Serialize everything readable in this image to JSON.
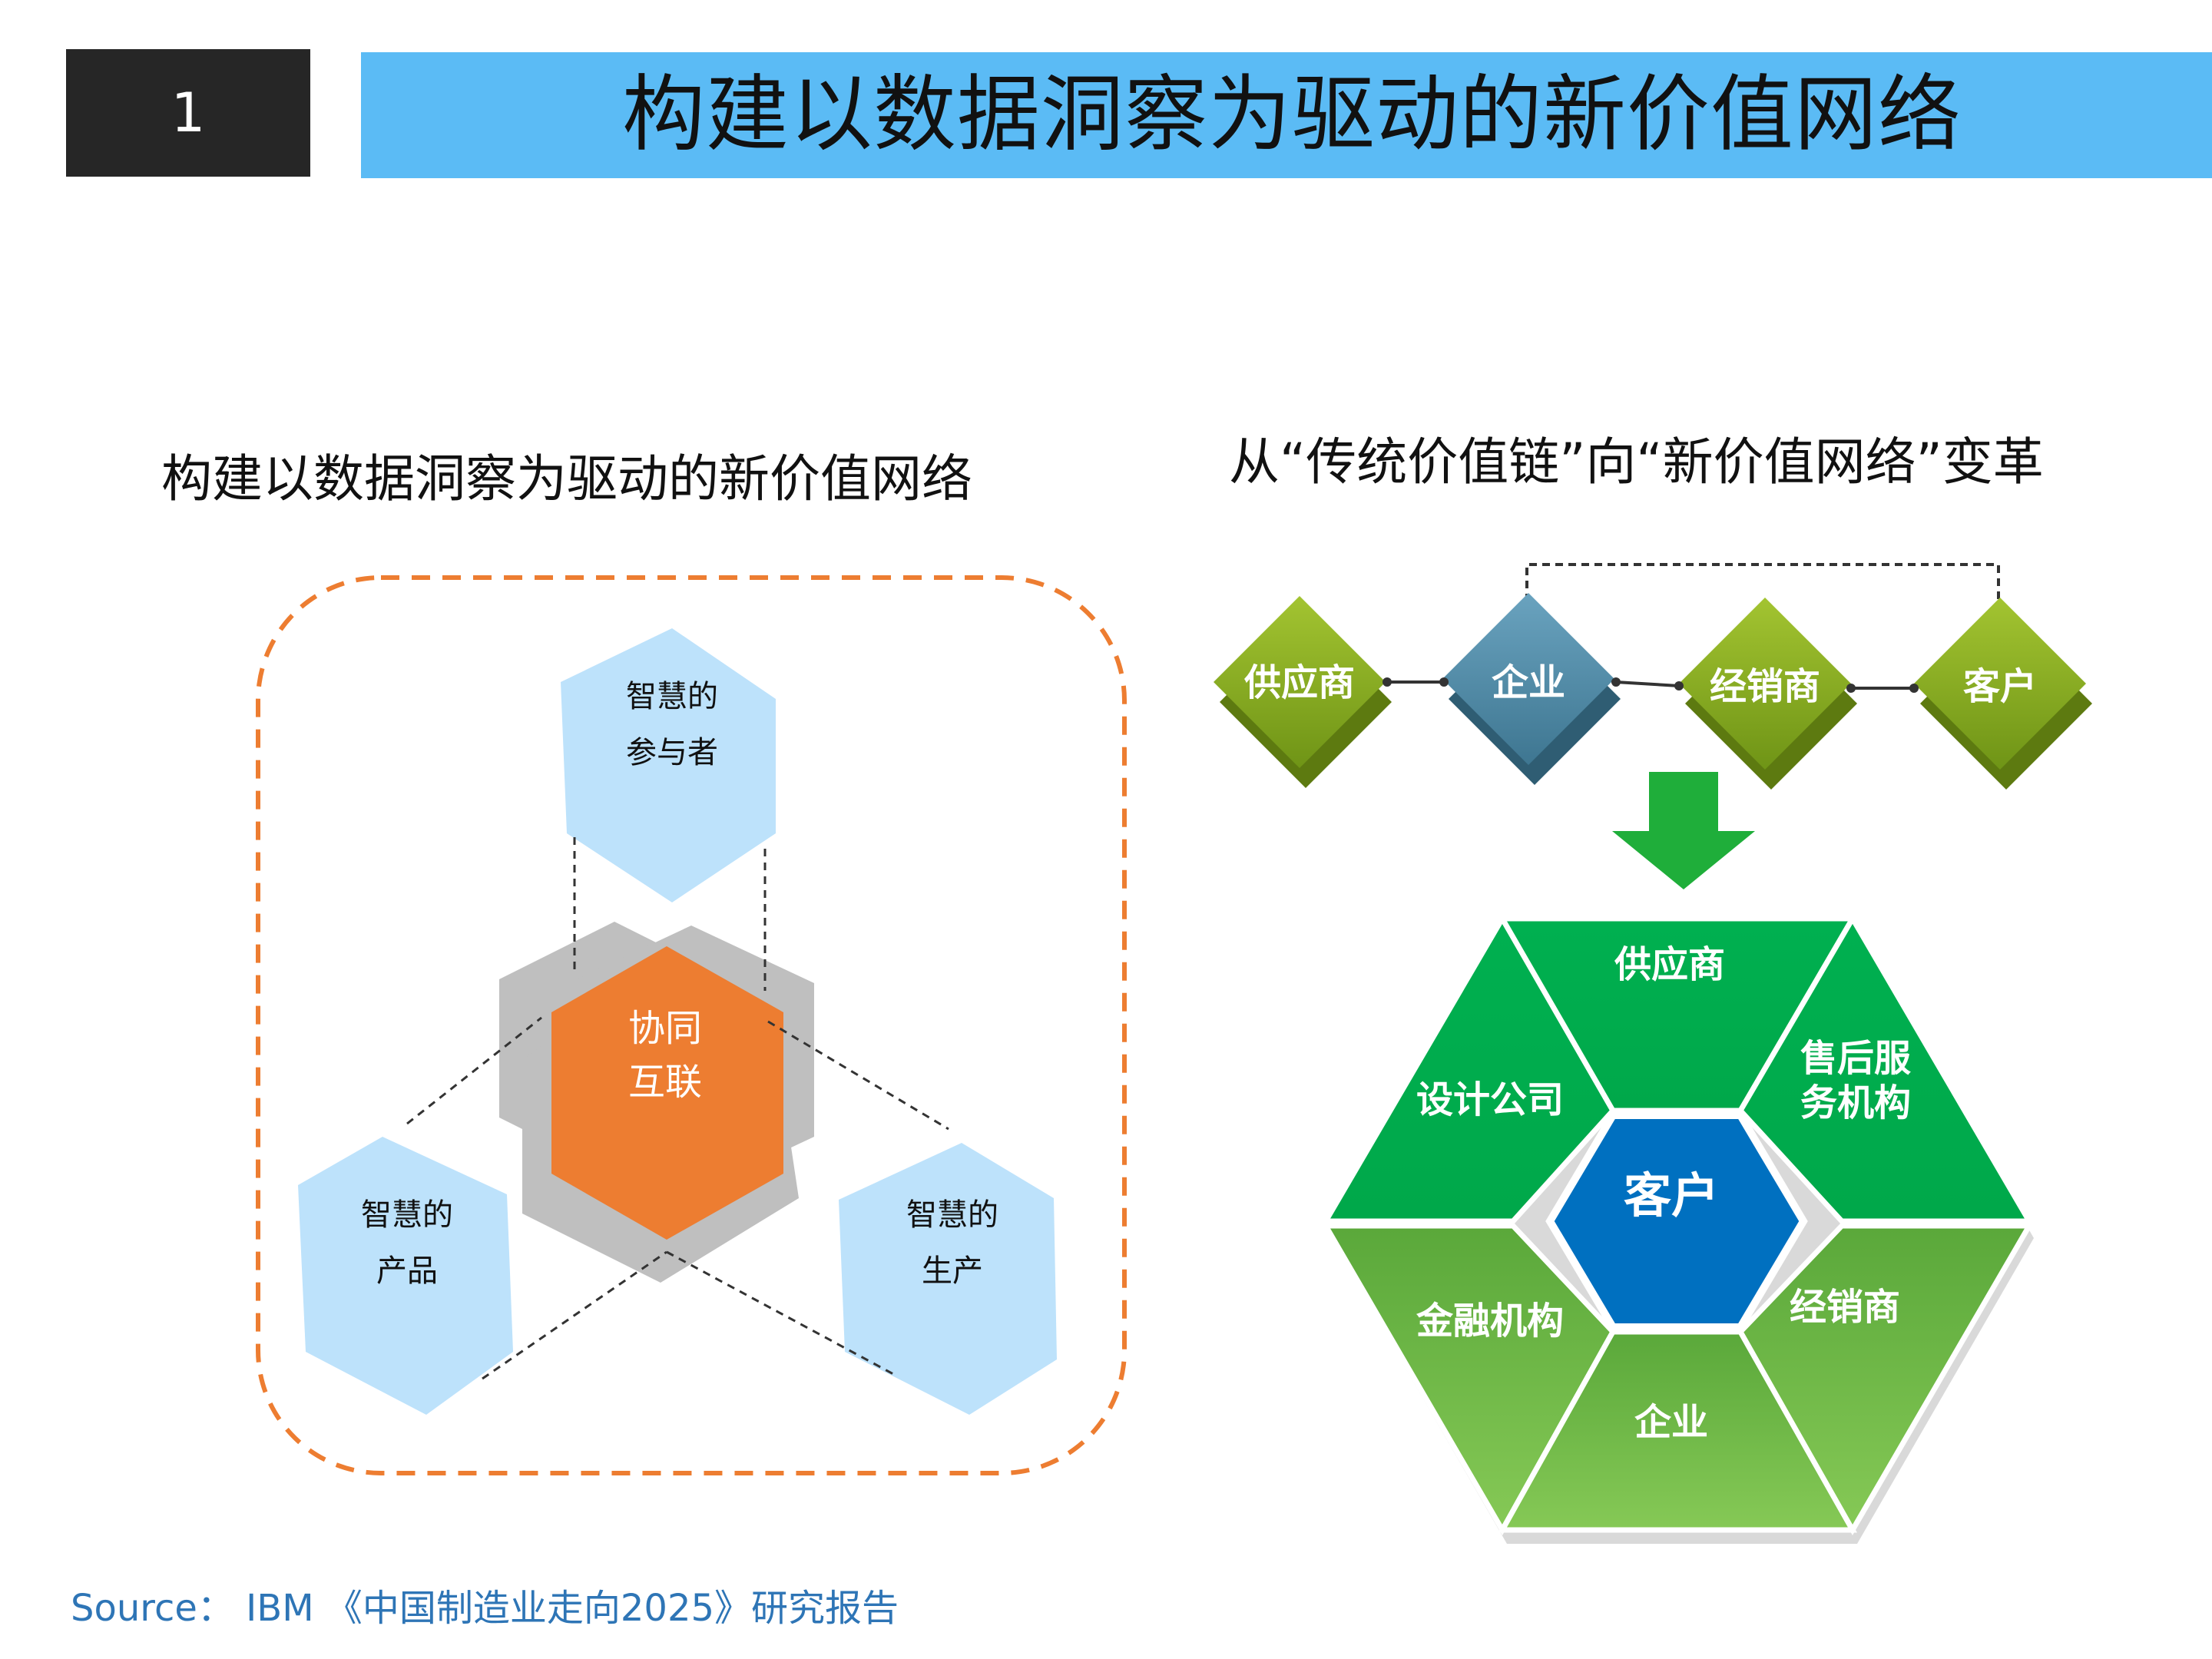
{
  "header": {
    "slide_number": "1",
    "title": "构建以数据洞察为驱动的新价值网络"
  },
  "left_panel": {
    "subtitle": "构建以数据洞察为驱动的新价值网络",
    "top_hex": [
      "智慧的",
      "参与者"
    ],
    "center_hex": [
      "协同",
      "互联"
    ],
    "left_hex": [
      "智慧的",
      "产品"
    ],
    "right_hex": [
      "智慧的",
      "生产"
    ]
  },
  "right_panel": {
    "subtitle": "从“传统价值链”向“新价值网络”变革",
    "chain": [
      "供应商",
      "企业",
      "经销商",
      "客户"
    ],
    "network": {
      "top": "供应商",
      "upper_left": "设计公司",
      "upper_right": [
        "售后服",
        "务机构"
      ],
      "center": "客户",
      "lower_left": "金融机构",
      "lower_right": "经销商",
      "bottom": "企业"
    }
  },
  "source": "Source： IBM 《中国制造业走向2025》研究报告",
  "colors": {
    "title_bar": "#5bbbf5",
    "number_box": "#262626",
    "hex_light_blue": "#bde2fb",
    "hex_orange": "#ed7d31",
    "hex_gray": "#bfbfbf",
    "dashed_border": "#ed7d31",
    "diamond_green": "#8fb021",
    "diamond_blue": "#528ba8",
    "arrow_green": "#1fae3a",
    "net_green_top": "#00b050",
    "net_green_bottom": "#7ac143",
    "net_center_blue": "#0070c0",
    "source_text": "#2e75b6"
  }
}
